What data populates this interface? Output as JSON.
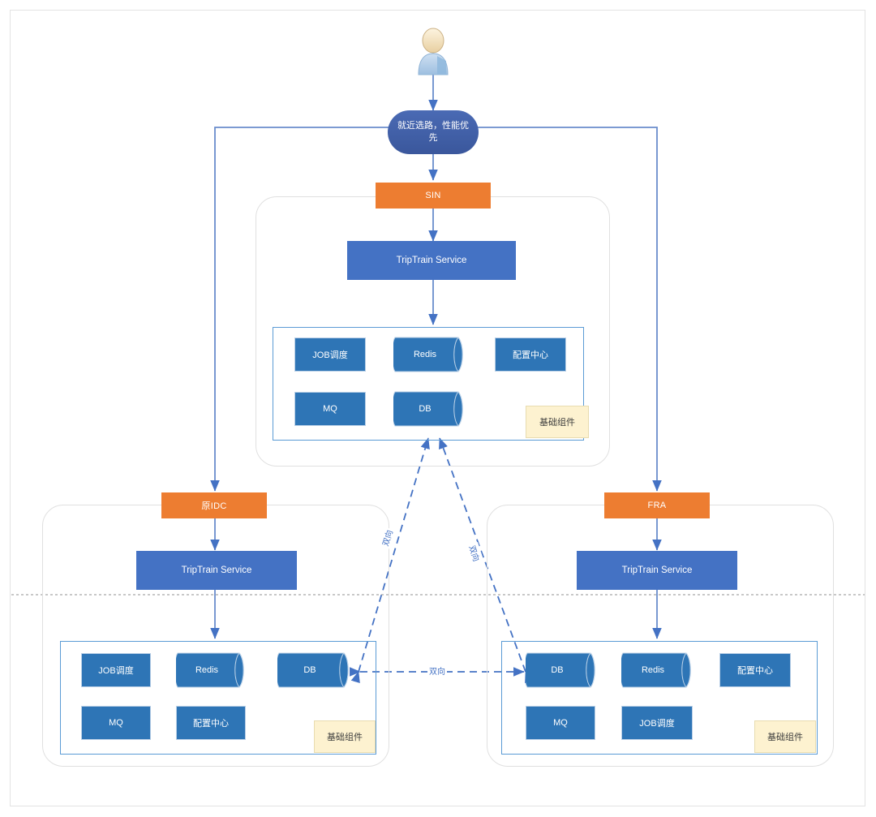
{
  "diagram": {
    "title": "Multi-region TripTrain deployment architecture",
    "colors": {
      "orange": "#ed7d31",
      "service_blue": "#4472c4",
      "component_blue": "#2e75b6",
      "frame_blue": "#5b9bd5",
      "legend_cream": "#fdf2d0",
      "connector_blue": "#4472c4",
      "region_outline": "#e0e0e0"
    },
    "actor": {
      "name": "user-avatar",
      "label": ""
    },
    "decision": {
      "label": "就近选路，性能优先"
    },
    "regions": [
      {
        "id": "sin",
        "header": "SIN",
        "service": "TripTrain Service",
        "legend": "基础组件",
        "components": [
          {
            "label": "JOB调度",
            "shape": "rect"
          },
          {
            "label": "Redis",
            "shape": "cylinder"
          },
          {
            "label": "配置中心",
            "shape": "rect"
          },
          {
            "label": "MQ",
            "shape": "rect"
          },
          {
            "label": "DB",
            "shape": "cylinder"
          }
        ]
      },
      {
        "id": "idc",
        "header": "原IDC",
        "service": "TripTrain Service",
        "legend": "基础组件",
        "components": [
          {
            "label": "JOB调度",
            "shape": "rect"
          },
          {
            "label": "Redis",
            "shape": "cylinder"
          },
          {
            "label": "DB",
            "shape": "cylinder"
          },
          {
            "label": "MQ",
            "shape": "rect"
          },
          {
            "label": "配置中心",
            "shape": "rect"
          }
        ]
      },
      {
        "id": "fra",
        "header": "FRA",
        "service": "TripTrain Service",
        "legend": "基础组件",
        "components": [
          {
            "label": "DB",
            "shape": "cylinder"
          },
          {
            "label": "Redis",
            "shape": "cylinder"
          },
          {
            "label": "配置中心",
            "shape": "rect"
          },
          {
            "label": "MQ",
            "shape": "rect"
          },
          {
            "label": "JOB调度",
            "shape": "rect"
          }
        ]
      }
    ],
    "sync_links": [
      {
        "id": "idc-sin",
        "label": "双向",
        "style": "dashed"
      },
      {
        "id": "fra-sin",
        "label": "双向",
        "style": "dashed"
      },
      {
        "id": "idc-fra",
        "label": "双向",
        "style": "dashed"
      }
    ]
  }
}
